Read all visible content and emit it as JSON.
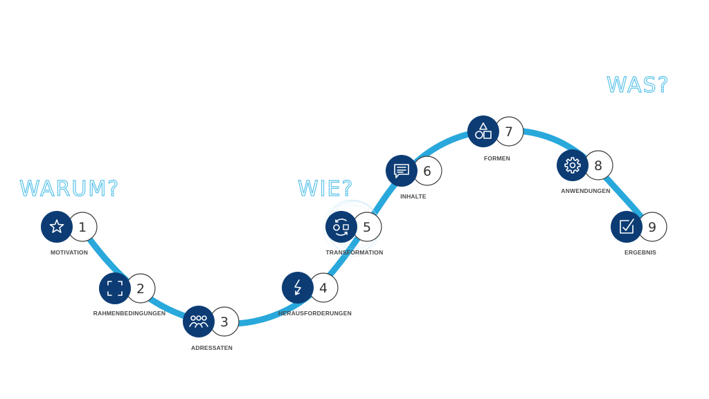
{
  "colors": {
    "path": "#29a8db",
    "icon_bg": "#0d3c74",
    "icon_fg": "#ffffff",
    "number_circle_stroke": "#3a3a3a",
    "label_text": "#4a4a4a",
    "heading": "#5cc3ea",
    "halo": "#a9d9f0"
  },
  "headings": [
    {
      "id": "warum",
      "text": "WARUM?"
    },
    {
      "id": "wie",
      "text": "WIE?"
    },
    {
      "id": "was",
      "text": "WAS?"
    }
  ],
  "steps": [
    {
      "number": "1",
      "label": "MOTIVATION",
      "icon": "star-icon"
    },
    {
      "number": "2",
      "label": "RAHMENBEDINGUNGEN",
      "icon": "frame-corners-icon"
    },
    {
      "number": "3",
      "label": "ADRESSATEN",
      "icon": "people-group-icon"
    },
    {
      "number": "4",
      "label": "HERAUSFORDERUNGEN",
      "icon": "lightning-icon"
    },
    {
      "number": "5",
      "label": "TRANSFORMATION",
      "icon": "transform-cycle-icon",
      "highlighted": true
    },
    {
      "number": "6",
      "label": "INHALTE",
      "icon": "speech-bubble-icon"
    },
    {
      "number": "7",
      "label": "FORMEN",
      "icon": "shapes-icon"
    },
    {
      "number": "8",
      "label": "ANWENDUNGEN",
      "icon": "gear-icon"
    },
    {
      "number": "9",
      "label": "ERGEBNIS",
      "icon": "checkbox-icon"
    }
  ]
}
